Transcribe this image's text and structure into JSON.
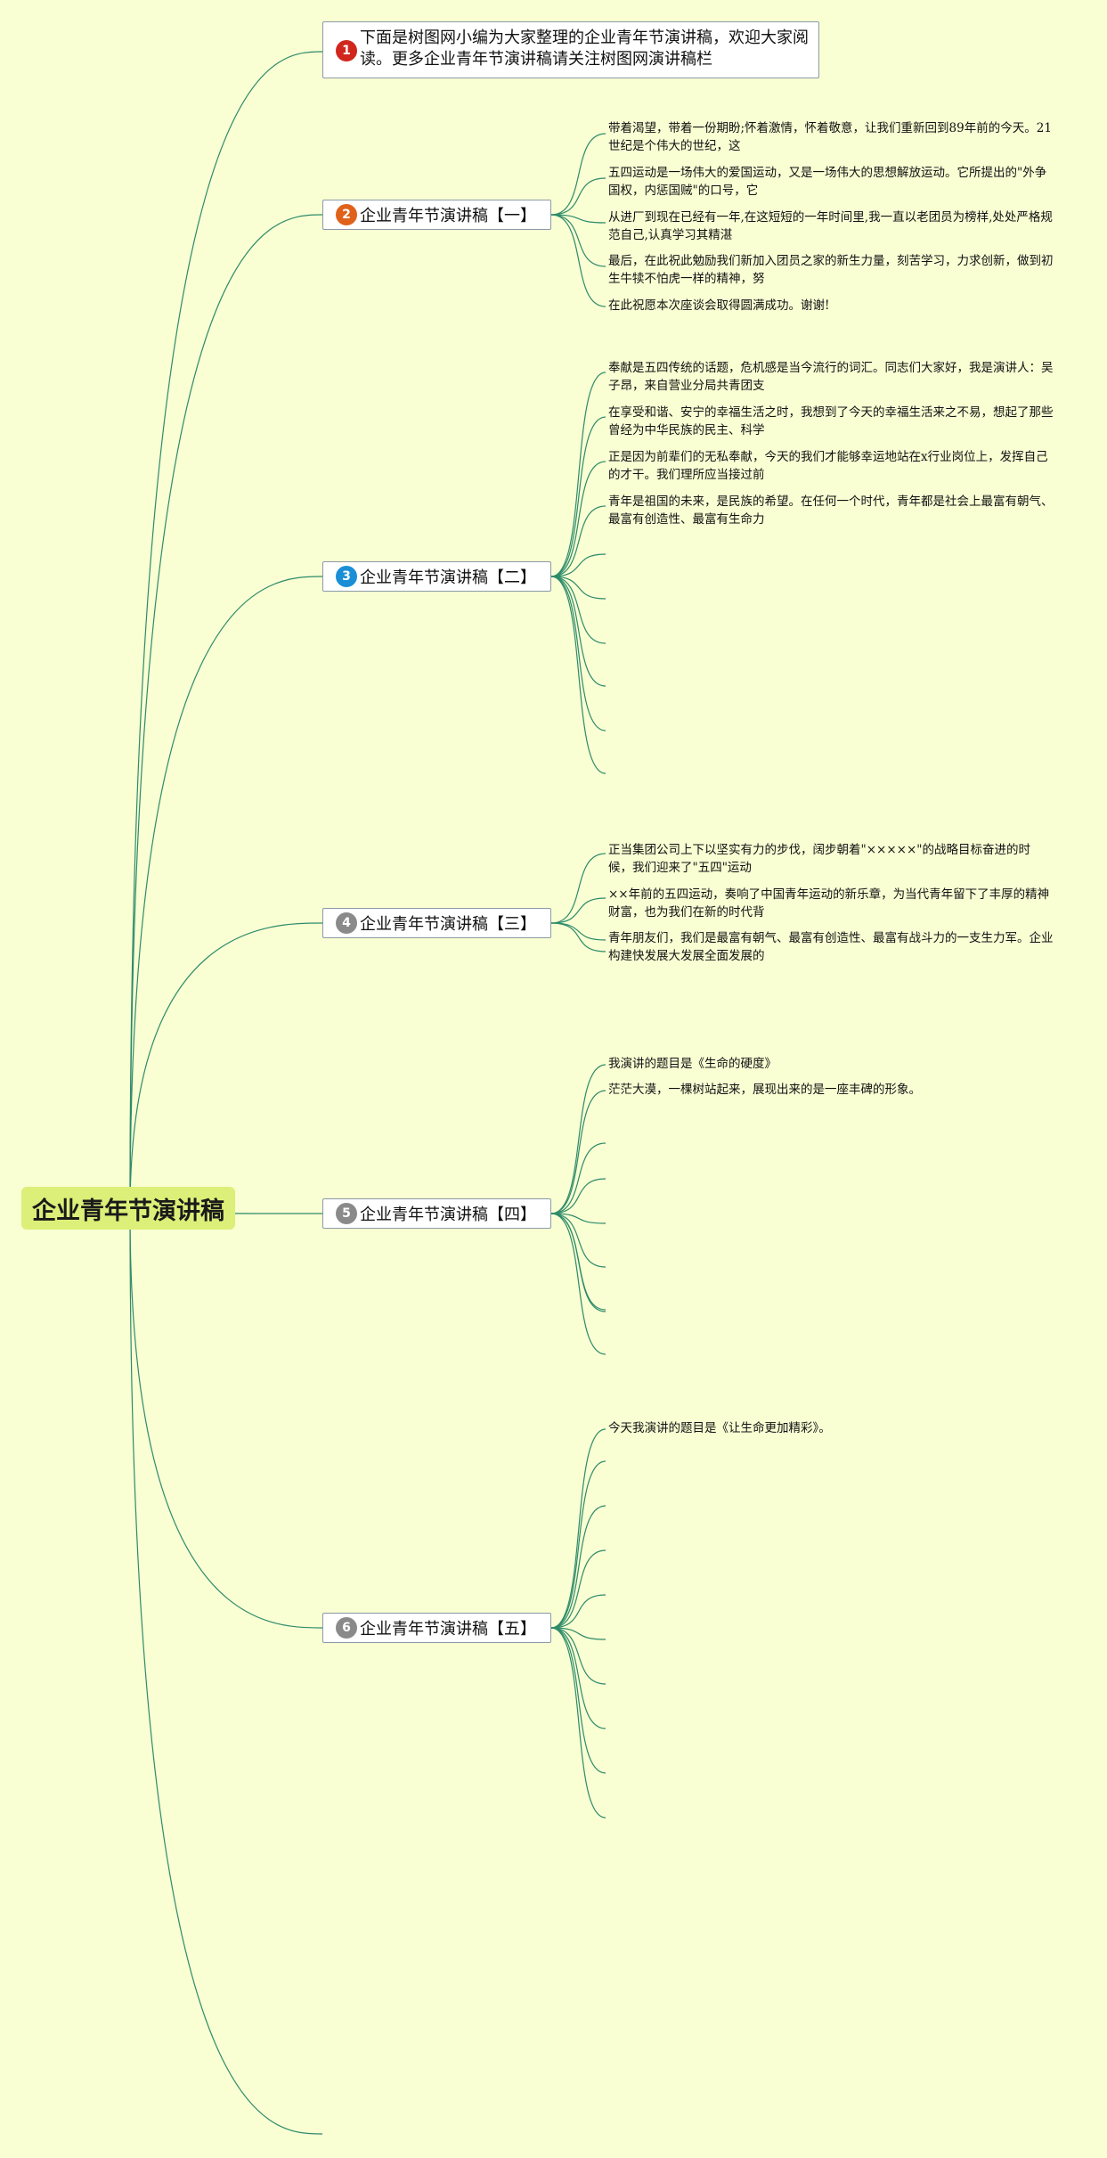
{
  "root": {
    "label": "企业青年节演讲稿"
  },
  "colors": {
    "background": "#f9fed3",
    "root_fill": "#dcef78",
    "link": "#2e8b6a",
    "badge_1": "#d0261d",
    "badge_2": "#e0621a",
    "badge_3": "#1a8fd6",
    "badge_other": "#8a8a8a"
  },
  "branches": [
    {
      "num": "1",
      "label": "下面是树图网小编为大家整理的企业青年节演讲稿，欢迎大家阅读。更多企业青年节演讲稿请关注树图网演讲稿栏",
      "leaves": []
    },
    {
      "num": "2",
      "label": "企业青年节演讲稿【一】",
      "leaves": [
        "带着渴望，带着一份期盼;怀着激情，怀着敬意，让我们重新回到89年前的今天。21世纪是个伟大的世纪，这",
        "五四运动是一场伟大的爱国运动，又是一场伟大的思想解放运动。它所提出的\"外争国权，内惩国贼\"的口号，它",
        "从进厂到现在已经有一年,在这短短的一年时间里,我一直以老团员为榜样,处处严格规范自己,认真学习其精湛",
        "最后，在此祝此勉励我们新加入团员之家的新生力量，刻苦学习，力求创新，做到初生牛犊不怕虎一样的精神，努",
        "在此祝愿本次座谈会取得圆满成功。谢谢!"
      ]
    },
    {
      "num": "3",
      "label": "企业青年节演讲稿【二】",
      "leaves": [
        "奉献是五四传统的话题，危机感是当今流行的词汇。同志们大家好，我是演讲人：吴子昂，来自营业分局共青团支",
        "在享受和谐、安宁的幸福生活之时，我想到了今天的幸福生活来之不易，想起了那些曾经为中华民族的民主、科学",
        "正是因为前辈们的无私奉献，今天的我们才能够幸运地站在x行业岗位上，发挥自己的才干。我们理所应当接过前",
        "青年是祖国的未来，是民族的希望。在任何一个时代，青年都是社会上最富有朝气、最富有创造性、最富有生命力",
        "",
        "",
        "",
        "",
        "",
        ""
      ]
    },
    {
      "num": "4",
      "label": "企业青年节演讲稿【三】",
      "leaves": [
        "正当集团公司上下以坚实有力的步伐，阔步朝着\"×××××\"的战略目标奋进的时候，我们迎来了\"五四\"运动",
        "××年前的五四运动，奏响了中国青年运动的新乐章，为当代青年留下了丰厚的精神财富，也为我们在新的时代背",
        "青年朋友们，我们是最富有朝气、最富有创造性、最富有战斗力的一支生力军。企业构建快发展大发展全面发展的",
        ""
      ]
    },
    {
      "num": "5",
      "label": "企业青年节演讲稿【四】",
      "leaves": [
        "我演讲的题目是《生命的硬度》",
        "茫茫大漠，一棵树站起来，展现出来的是一座丰碑的形象。",
        "",
        "",
        "",
        "",
        "",
        "",
        ""
      ]
    },
    {
      "num": "6",
      "label": "企业青年节演讲稿【五】",
      "leaves": [
        "今天我演讲的题目是《让生命更加精彩》。",
        "",
        "",
        "",
        "",
        "",
        "",
        "",
        "",
        ""
      ]
    }
  ]
}
